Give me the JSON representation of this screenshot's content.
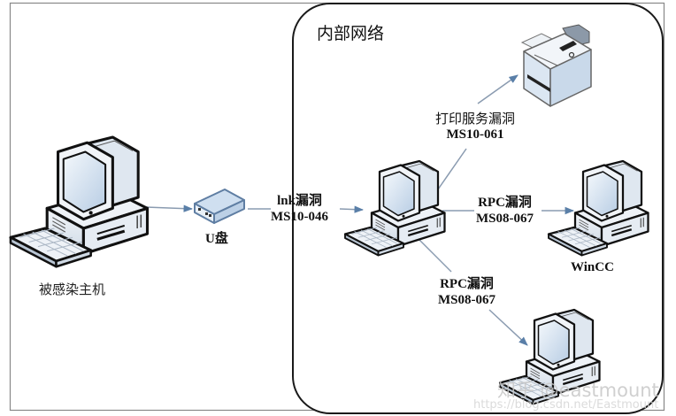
{
  "diagram": {
    "network_box_title": "内部网络",
    "nodes": {
      "infected_host": {
        "label": "被感染主机",
        "icon": "desktop-computer-icon"
      },
      "usb_drive": {
        "label": "U盘",
        "icon": "usb-drive-icon"
      },
      "internal_host": {
        "label": "",
        "icon": "desktop-computer-icon"
      },
      "printer": {
        "label": "",
        "icon": "printer-icon"
      },
      "wincc": {
        "label": "WinCC",
        "icon": "desktop-computer-icon"
      },
      "target_host": {
        "label": "",
        "icon": "desktop-computer-icon"
      }
    },
    "edges": {
      "lnk": {
        "line1": "lnk漏洞",
        "line2": "MS10-046",
        "from": "usb_drive",
        "to": "internal_host"
      },
      "print_spooler": {
        "line1": "打印服务漏洞",
        "line2": "MS10-061",
        "from": "internal_host",
        "to": "printer"
      },
      "rpc_wincc": {
        "line1": "RPC漏洞",
        "line2": "MS08-067",
        "from": "internal_host",
        "to": "wincc"
      },
      "rpc_host": {
        "line1": "RPC漏洞",
        "line2": "MS08-067",
        "from": "internal_host",
        "to": "target_host"
      },
      "infect_usb": {
        "from": "infected_host",
        "to": "usb_drive"
      }
    },
    "colors": {
      "arrow": "#5a7fa8",
      "line": "#8a9bb0",
      "border": "#222222",
      "device_fill": "#dde8f4"
    }
  },
  "watermark": {
    "primary": "知乎 @eastmount",
    "secondary": "https://blog.csdn.net/Eastmount"
  }
}
